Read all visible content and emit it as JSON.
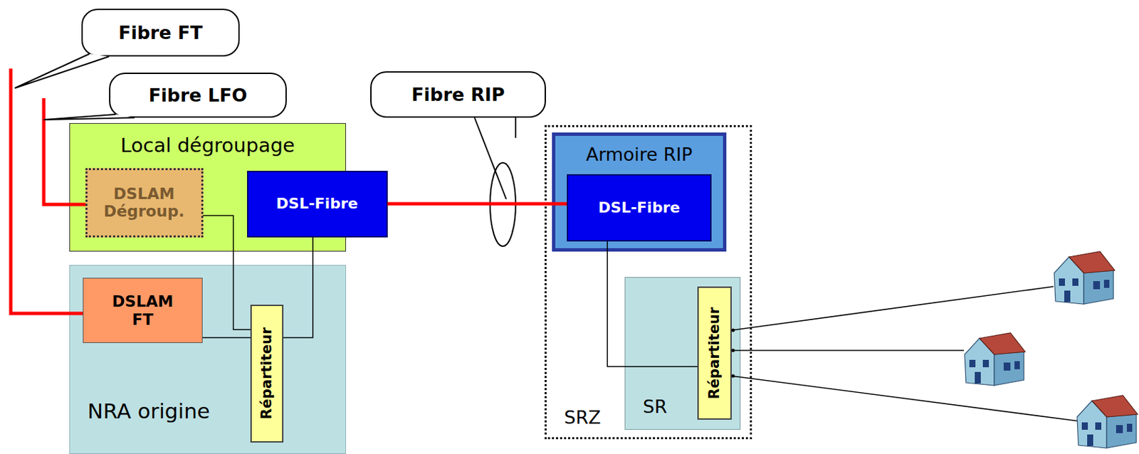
{
  "diagram": {
    "nodes": [
      {
        "text": [
          "Fibre FT"
        ]
      },
      {
        "text": [
          "Fibre LFO"
        ]
      },
      {
        "text": [
          "Local dégroupage"
        ]
      },
      {
        "text": [
          "DSLAM Dégroup."
        ],
        "in": 2
      },
      {
        "text": [
          "DSL-Fibre"
        ],
        "in": 2
      },
      {
        "text": [
          "Fibre RIP"
        ]
      },
      {
        "text": [
          "SRZ"
        ]
      },
      {
        "text": [
          "Armoire RIP"
        ],
        "in": 6
      },
      {
        "text": [
          "DSL-Fibre"
        ],
        "in": 7
      },
      {
        "text": [
          "NRA origine"
        ]
      },
      {
        "text": [
          "DSLAM FT"
        ],
        "in": 9
      },
      {
        "text": [
          "Répartiteur"
        ],
        "in": 9
      },
      {
        "text": [
          "SR"
        ],
        "in": 6
      },
      {
        "text": [
          "Répartiteur"
        ],
        "in": 12
      }
    ],
    "edges": [
      {
        "from": 4,
        "to": 8,
        "arrow": "none"
      },
      {
        "from": 3,
        "to": 11,
        "arrow": "none"
      },
      {
        "from": 4,
        "to": 11,
        "arrow": "none"
      },
      {
        "from": 10,
        "to": 11,
        "arrow": "none"
      },
      {
        "from": 8,
        "to": 13,
        "arrow": "none"
      }
    ]
  }
}
